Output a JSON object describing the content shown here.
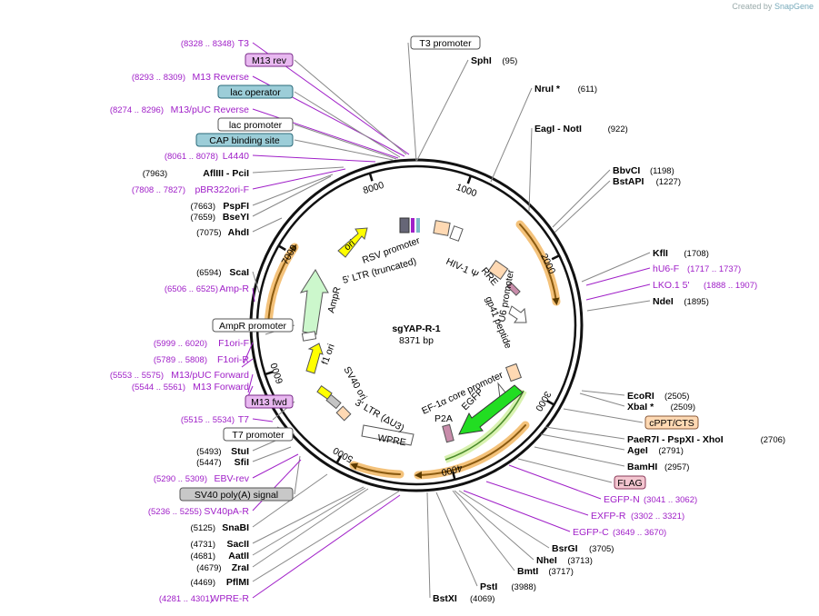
{
  "credit": {
    "prefix": "Created by",
    "brand": "SnapGene"
  },
  "plasmid": {
    "name": "sgYAP-R-1",
    "length": "8371 bp"
  },
  "colors": {
    "primer": "#a020c8",
    "enzyme": "#000000",
    "feature_orange": "#e8a33c",
    "feature_green": "#ccf7cc",
    "feature_yellow": "#ffff00",
    "feature_peach": "#ffd9b3"
  },
  "ticks": [
    "1000",
    "2000",
    "3000",
    "4000",
    "5000",
    "6000",
    "7000",
    "8000"
  ],
  "left_labels": [
    {
      "pos": "(8328 .. 8348)",
      "name": "T3",
      "style": "primer"
    },
    {
      "pos": "",
      "name": "M13 rev",
      "style": "box-purple"
    },
    {
      "pos": "(8293 .. 8309)",
      "name": "M13 Reverse",
      "style": "primer"
    },
    {
      "pos": "",
      "name": "lac operator",
      "style": "box-teal"
    },
    {
      "pos": "(8274 .. 8296)",
      "name": "M13/pUC Reverse",
      "style": "primer"
    },
    {
      "pos": "",
      "name": "lac promoter",
      "style": "box-white"
    },
    {
      "pos": "",
      "name": "CAP binding site",
      "style": "box-teal"
    },
    {
      "pos": "(8061 .. 8078)",
      "name": "L4440",
      "style": "primer"
    },
    {
      "pos": "(7963)",
      "name": "AflIII - PciI",
      "style": "enzyme"
    },
    {
      "pos": "(7808 .. 7827)",
      "name": "pBR322ori-F",
      "style": "primer"
    },
    {
      "pos": "(7663)",
      "name": "PspFI",
      "style": "enzyme"
    },
    {
      "pos": "(7659)",
      "name": "BseYI",
      "style": "enzyme"
    },
    {
      "pos": "(7075)",
      "name": "AhdI",
      "style": "enzyme"
    },
    {
      "pos": "(6594)",
      "name": "ScaI",
      "style": "enzyme"
    },
    {
      "pos": "(6506 .. 6525)",
      "name": "Amp-R",
      "style": "primer"
    },
    {
      "pos": "",
      "name": "AmpR promoter",
      "style": "box-white"
    },
    {
      "pos": "(5999 .. 6020)",
      "name": "F1ori-F",
      "style": "primer"
    },
    {
      "pos": "(5789 .. 5808)",
      "name": "F1ori-R",
      "style": "primer"
    },
    {
      "pos": "(5553 .. 5575)",
      "name": "M13/pUC Forward",
      "style": "primer"
    },
    {
      "pos": "(5544 .. 5561)",
      "name": "M13 Forward",
      "style": "primer"
    },
    {
      "pos": "",
      "name": "M13 fwd",
      "style": "box-purple"
    },
    {
      "pos": "(5515 .. 5534)",
      "name": "T7",
      "style": "primer"
    },
    {
      "pos": "",
      "name": "T7 promoter",
      "style": "box-white"
    },
    {
      "pos": "(5493)",
      "name": "StuI",
      "style": "enzyme"
    },
    {
      "pos": "(5447)",
      "name": "SfiI",
      "style": "enzyme"
    },
    {
      "pos": "(5290 .. 5309)",
      "name": "EBV-rev",
      "style": "primer"
    },
    {
      "pos": "",
      "name": "SV40 poly(A) signal",
      "style": "box-gray"
    },
    {
      "pos": "(5236 .. 5255)",
      "name": "SV40pA-R",
      "style": "primer"
    },
    {
      "pos": "(5125)",
      "name": "SnaBI",
      "style": "enzyme"
    },
    {
      "pos": "(4731)",
      "name": "SacII",
      "style": "enzyme"
    },
    {
      "pos": "(4681)",
      "name": "AatII",
      "style": "enzyme"
    },
    {
      "pos": "(4679)",
      "name": "ZraI",
      "style": "enzyme"
    },
    {
      "pos": "(4469)",
      "name": "PflMI",
      "style": "enzyme"
    },
    {
      "pos": "(4281 .. 4301)",
      "name": "WPRE-R",
      "style": "primer"
    }
  ],
  "right_labels": [
    {
      "name": "T3 promoter",
      "pos": "",
      "style": "box-white"
    },
    {
      "name": "SphI",
      "pos": "(95)",
      "style": "enzyme"
    },
    {
      "name": "NruI *",
      "pos": "(611)",
      "style": "enzyme"
    },
    {
      "name": "EagI - NotI",
      "pos": "(922)",
      "style": "enzyme"
    },
    {
      "name": "BbvCI",
      "pos": "(1198)",
      "style": "enzyme"
    },
    {
      "name": "BstAPI",
      "pos": "(1227)",
      "style": "enzyme"
    },
    {
      "name": "KflI",
      "pos": "(1708)",
      "style": "enzyme"
    },
    {
      "name": "hU6-F",
      "pos": "(1717 .. 1737)",
      "style": "primer"
    },
    {
      "name": "LKO.1 5'",
      "pos": "(1888 .. 1907)",
      "style": "primer"
    },
    {
      "name": "NdeI",
      "pos": "(1895)",
      "style": "enzyme"
    },
    {
      "name": "EcoRI",
      "pos": "(2505)",
      "style": "enzyme"
    },
    {
      "name": "XbaI *",
      "pos": "(2509)",
      "style": "enzyme"
    },
    {
      "name": "cPPT/CTS",
      "pos": "",
      "style": "box-peach"
    },
    {
      "name": "PaeR7I - PspXI - XhoI",
      "pos": "(2706)",
      "style": "enzyme"
    },
    {
      "name": "AgeI",
      "pos": "(2791)",
      "style": "enzyme"
    },
    {
      "name": "BamHI",
      "pos": "(2957)",
      "style": "enzyme"
    },
    {
      "name": "FLAG",
      "pos": "",
      "style": "box-pink"
    },
    {
      "name": "EGFP-N",
      "pos": "(3041 .. 3062)",
      "style": "primer"
    },
    {
      "name": "EXFP-R",
      "pos": "(3302 .. 3321)",
      "style": "primer"
    },
    {
      "name": "EGFP-C",
      "pos": "(3649 .. 3670)",
      "style": "primer"
    },
    {
      "name": "BsrGI",
      "pos": "(3705)",
      "style": "enzyme"
    },
    {
      "name": "NheI",
      "pos": "(3713)",
      "style": "enzyme"
    },
    {
      "name": "BmtI",
      "pos": "(3717)",
      "style": "enzyme"
    },
    {
      "name": "PstI",
      "pos": "(3988)",
      "style": "enzyme"
    },
    {
      "name": "BstXI",
      "pos": "(4069)",
      "style": "enzyme"
    }
  ],
  "inner_labels": [
    "ori",
    "RSV promoter",
    "5' LTR (truncated)",
    "HIV-1 Ψ",
    "RRE",
    "gp41 peptide",
    "U6 promoter",
    "AmpR",
    "f1 ori",
    "SV40 ori",
    "3' LTR (ΔU3)",
    "WPRE",
    "EF-1α core promoter",
    "EGFP",
    "P2A"
  ]
}
